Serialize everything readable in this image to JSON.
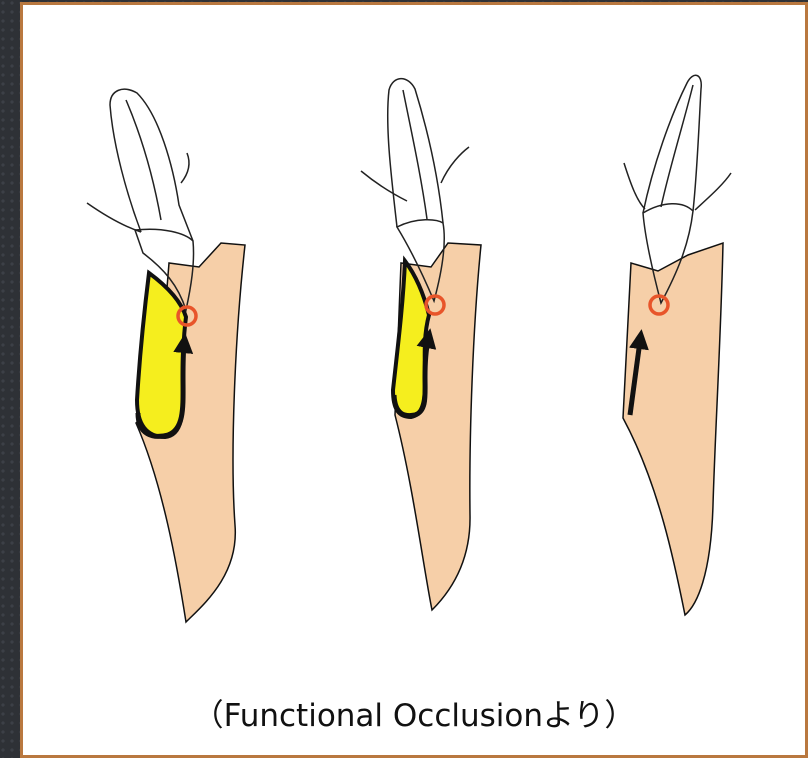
{
  "caption": "（Functional Occlusionより）",
  "colors": {
    "frame": "#b9783f",
    "bone": "#f6cfa8",
    "filling": "#f5ee1e",
    "contact_ring": "#e8552a",
    "arrow": "#111111"
  },
  "figures": [
    {
      "name": "left-figure",
      "filling": "large",
      "arrow": "curved"
    },
    {
      "name": "middle-figure",
      "filling": "small",
      "arrow": "curved"
    },
    {
      "name": "right-figure",
      "filling": "none",
      "arrow": "straight"
    }
  ]
}
